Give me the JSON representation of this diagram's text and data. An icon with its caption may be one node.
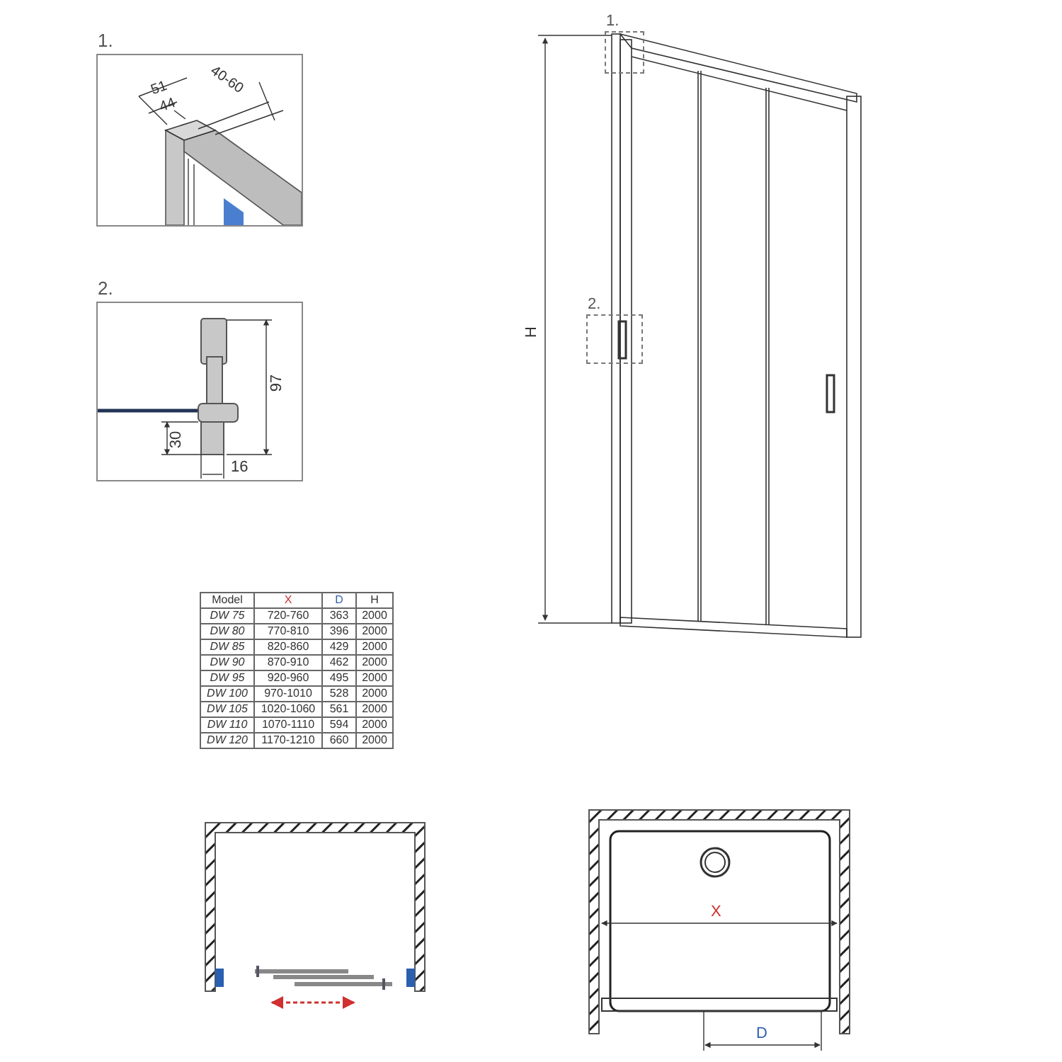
{
  "diagram": {
    "nodes": [
      {
        "text": [
          "1."
        ]
      },
      {
        "text": [
          "2."
        ]
      },
      {
        "text": [
          "1."
        ]
      },
      {
        "text": [
          "2."
        ]
      }
    ],
    "labels": [
      "51",
      "44",
      "40-60",
      "97",
      "30",
      "16",
      "H",
      "Model",
      "X",
      "D",
      "H",
      "DW 75",
      "720-760",
      "363",
      "2000",
      "DW 80",
      "770-810",
      "396",
      "2000",
      "DW 85",
      "820-860",
      "429",
      "2000",
      "DW 90",
      "870-910",
      "462",
      "2000",
      "DW 95",
      "920-960",
      "495",
      "2000",
      "DW 100",
      "970-1010",
      "528",
      "2000",
      "DW 105",
      "1020-1060",
      "561",
      "2000",
      "DW 110",
      "1070-1110",
      "594",
      "2000",
      "DW 120",
      "1170-1210",
      "660",
      "2000",
      "X",
      "D"
    ]
  }
}
